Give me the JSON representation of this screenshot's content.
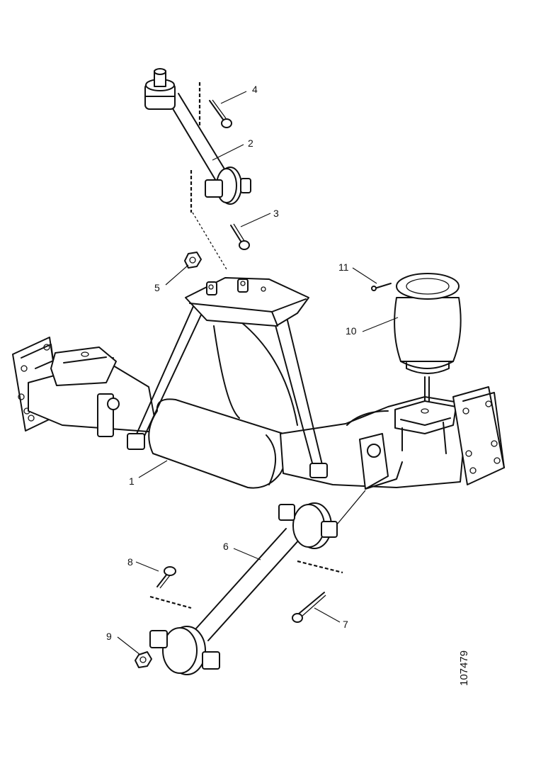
{
  "diagram": {
    "reference_number": "107479",
    "callouts": [
      {
        "id": "1",
        "label": "1"
      },
      {
        "id": "2",
        "label": "2"
      },
      {
        "id": "3",
        "label": "3"
      },
      {
        "id": "4",
        "label": "4"
      },
      {
        "id": "5",
        "label": "5"
      },
      {
        "id": "6",
        "label": "6"
      },
      {
        "id": "7",
        "label": "7"
      },
      {
        "id": "8",
        "label": "8"
      },
      {
        "id": "9",
        "label": "9"
      },
      {
        "id": "10",
        "label": "10"
      },
      {
        "id": "11",
        "label": "11"
      }
    ]
  }
}
